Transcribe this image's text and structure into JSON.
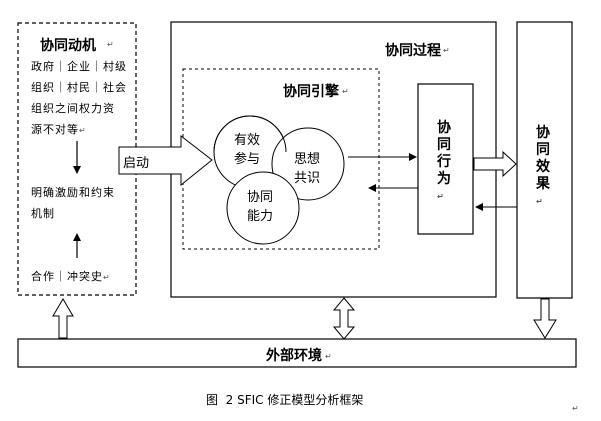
{
  "motivation": {
    "title": "协同动机",
    "lines": [
      "政府｜企业｜村级",
      "组织｜村民｜社会",
      "组织之间权力资",
      "源不对等"
    ],
    "mechanism": [
      "明确激励和约束",
      "机制"
    ],
    "cooperation": "合作｜冲突史"
  },
  "start_label": "启动",
  "process": {
    "title": "协同过程",
    "engine_title": "协同引擎",
    "circles": {
      "participation": [
        "有效",
        "参与"
      ],
      "consensus": [
        "思想",
        "共识"
      ],
      "capacity": [
        "协同",
        "能力"
      ]
    },
    "action": [
      "协",
      "同",
      "行",
      "为"
    ]
  },
  "effect": [
    "协",
    "同",
    "效",
    "果"
  ],
  "environment": "外部环境",
  "caption": "图  2 SFIC 修正模型分析框架",
  "colors": {
    "line": "#000000",
    "background": "#ffffff"
  }
}
